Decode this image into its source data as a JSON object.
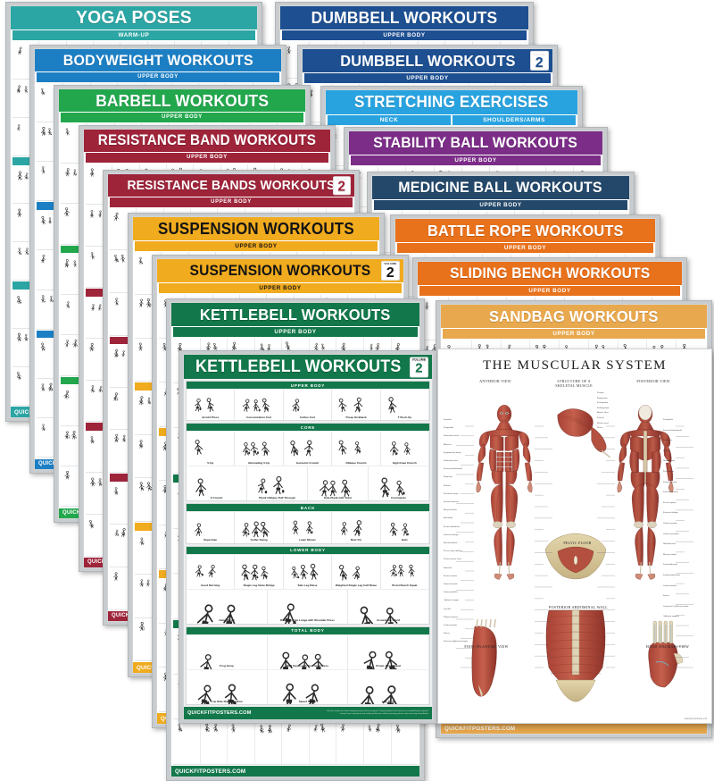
{
  "scene": {
    "description": "Fanned-out product photo of QuickFit exercise wall posters with a muscular system anatomy chart in front",
    "background": "#ffffff"
  },
  "common": {
    "section_upper_body": "UPPER BODY",
    "brand_footer": "QUICKFITPOSTERS.COM",
    "brand_footer_short": "QUICKFIT",
    "legal": "Consult a physician before beginning any exercise program. Properly hydrate and warm up as needed before physical activity. If you experience any feeling of dizziness while exercising, please stop exercising immediately.",
    "volume_word": "VOLUME"
  },
  "posters": [
    {
      "id": "yoga",
      "title": "YOGA POSES",
      "volume": null,
      "color": "#2ca6a4",
      "section": "WARM-UP",
      "dark_text": false
    },
    {
      "id": "bodyweight",
      "title": "BODYWEIGHT WORKOUTS",
      "volume": null,
      "color": "#1c7fc4",
      "section": "UPPER BODY",
      "dark_text": false
    },
    {
      "id": "barbell",
      "title": "BARBELL WORKOUTS",
      "volume": null,
      "color": "#22a74d",
      "section": "UPPER BODY",
      "dark_text": false
    },
    {
      "id": "resistance-band",
      "title": "RESISTANCE BAND WORKOUTS",
      "volume": null,
      "color": "#9e243a",
      "section": "UPPER BODY",
      "dark_text": false
    },
    {
      "id": "resistance-bands-2",
      "title": "RESISTANCE BANDS WORKOUTS",
      "volume": "2",
      "color": "#9e243a",
      "section": "UPPER BODY",
      "dark_text": false
    },
    {
      "id": "suspension",
      "title": "SUSPENSION WORKOUTS",
      "volume": null,
      "color": "#f0ab1e",
      "section": "UPPER BODY",
      "dark_text": true
    },
    {
      "id": "suspension-2",
      "title": "SUSPENSION WORKOUTS",
      "volume": "2",
      "color": "#f0ab1e",
      "section": "UPPER BODY",
      "dark_text": true
    },
    {
      "id": "kettlebell",
      "title": "KETTLEBELL WORKOUTS",
      "volume": null,
      "color": "#12774a",
      "section": "UPPER BODY",
      "dark_text": false
    },
    {
      "id": "kettlebell-2",
      "title": "KETTLEBELL WORKOUTS",
      "volume": "2",
      "color": "#12774a",
      "section": "UPPER BODY",
      "dark_text": false
    },
    {
      "id": "dumbbell",
      "title": "DUMBBELL WORKOUTS",
      "volume": null,
      "color": "#1d4f91",
      "section": "UPPER BODY",
      "dark_text": false
    },
    {
      "id": "dumbbell-2",
      "title": "DUMBBELL WORKOUTS",
      "volume": "2",
      "color": "#1d4f91",
      "section": "UPPER BODY",
      "dark_text": false
    },
    {
      "id": "stretching",
      "title": "STRETCHING EXERCISES",
      "volume": null,
      "color": "#29a3e0",
      "section": "NECK",
      "section2": "SHOULDERS/ARMS",
      "dark_text": false
    },
    {
      "id": "stability-ball",
      "title": "STABILITY BALL WORKOUTS",
      "volume": null,
      "color": "#7b2d87",
      "section": "UPPER BODY",
      "dark_text": false
    },
    {
      "id": "medicine-ball",
      "title": "MEDICINE BALL WORKOUTS",
      "volume": null,
      "color": "#24486a",
      "section": "UPPER BODY",
      "dark_text": false
    },
    {
      "id": "battle-rope",
      "title": "BATTLE ROPE WORKOUTS",
      "volume": null,
      "color": "#e8711c",
      "section": "UPPER BODY",
      "dark_text": false
    },
    {
      "id": "sliding-bench",
      "title": "SLIDING BENCH WORKOUTS",
      "volume": null,
      "color": "#e8711c",
      "section": "UPPER BODY",
      "dark_text": false
    },
    {
      "id": "sandbag",
      "title": "SANDBAG WORKOUTS",
      "volume": null,
      "color": "#e8a84e",
      "section": "UPPER BODY",
      "dark_text": false
    }
  ],
  "featured_poster": {
    "id": "kettlebell-2",
    "title": "KETTLEBELL WORKOUTS",
    "volume": "2",
    "color": "#12774a",
    "footer": "QUICKFITPOSTERS.COM",
    "sections": [
      {
        "name": "UPPER BODY",
        "rows": [
          [
            "Arnold Press",
            "Concentration Curl",
            "Incline Curl",
            "Tricep Kickback",
            "T Push-Up"
          ]
        ]
      },
      {
        "name": "CORE",
        "rows": [
          [
            "V-Up",
            "Alternating V-Up",
            "Isometric Crunch",
            "Oblique Crunch",
            "High Knee Crunch"
          ],
          [
            "X Crunch",
            "Plank Oblique Pull Through",
            "Side Plank with Twist",
            "Commando"
          ]
        ]
      },
      {
        "name": "BACK",
        "rows": [
          [
            "Superman",
            "Golfer Swing",
            "Lawn Mower",
            "Rear Fly",
            "Halo"
          ]
        ]
      },
      {
        "name": "LOWER BODY",
        "rows": [
          [
            "Good Morning",
            "Single Leg Glute Bridge",
            "Side Leg Raise",
            "Weighted Single Leg Calf Raise",
            "Pistol Bench Squat"
          ],
          [
            "Jump Squat",
            "Rotating Side Lunge with Shoulder Press",
            "Around the World"
          ]
        ]
      },
      {
        "name": "TOTAL BODY",
        "rows": [
          [
            "Frog Jump",
            "Wall Squat with Overhead Press",
            "Power Jump Squat"
          ],
          [
            "Low Side Step with Row",
            "Speed Skater",
            "Log Jump"
          ]
        ]
      }
    ]
  },
  "muscular_poster": {
    "title": "THE MUSCULAR SYSTEM",
    "view_labels": [
      "ANTERIOR VIEW",
      "STRUCTURE OF A SKELETAL MUSCLE",
      "POSTERIOR VIEW"
    ],
    "detail_captions": [
      "PELVIC FLOOR",
      "POSTERIOR ABDOMINAL WALL",
      "FOOT (PLANTAR) VIEW",
      "HAND (PALMAR) VIEW"
    ],
    "credit": "anatomywarehouse.com",
    "anterior_labels": [
      "Frontalis",
      "Temporalis",
      "Orbicularis oculi",
      "Masseter",
      "Zygomaticus major",
      "Orbicularis oris",
      "Sternocleidomastoid",
      "Trapezius",
      "Deltoid",
      "Pectoralis major",
      "Serratus anterior",
      "Biceps brachii",
      "Brachialis",
      "Rectus abdominis",
      "External oblique",
      "Brachioradialis",
      "Flexor carpi radialis",
      "Tensor fasciae latae",
      "Sartorius",
      "Rectus femoris",
      "Vastus lateralis",
      "Vastus medialis",
      "Adductor longus",
      "Gracilis",
      "Tibialis anterior",
      "Gastrocnemius",
      "Soleus",
      "Extensor digitorum longus"
    ],
    "posterior_labels": [
      "Occipitalis",
      "Sternocleidomastoid",
      "Trapezius",
      "Deltoid",
      "Infraspinatus",
      "Teres major",
      "Triceps brachii",
      "Latissimus dorsi",
      "Erector spinae",
      "External oblique",
      "Gluteus medius",
      "Gluteus maximus",
      "Iliotibial tract",
      "Biceps femoris",
      "Semitendinosus",
      "Semimembranosus",
      "Gastrocnemius",
      "Soleus",
      "Calcaneal (Achilles) tendon",
      "Adductor magnus"
    ],
    "skeletal_labels": [
      "Tendon",
      "Epimysium",
      "Perimysium",
      "Endomysium",
      "Muscle fiber",
      "Fascicle",
      "Blood vessel",
      "Nerve"
    ]
  }
}
